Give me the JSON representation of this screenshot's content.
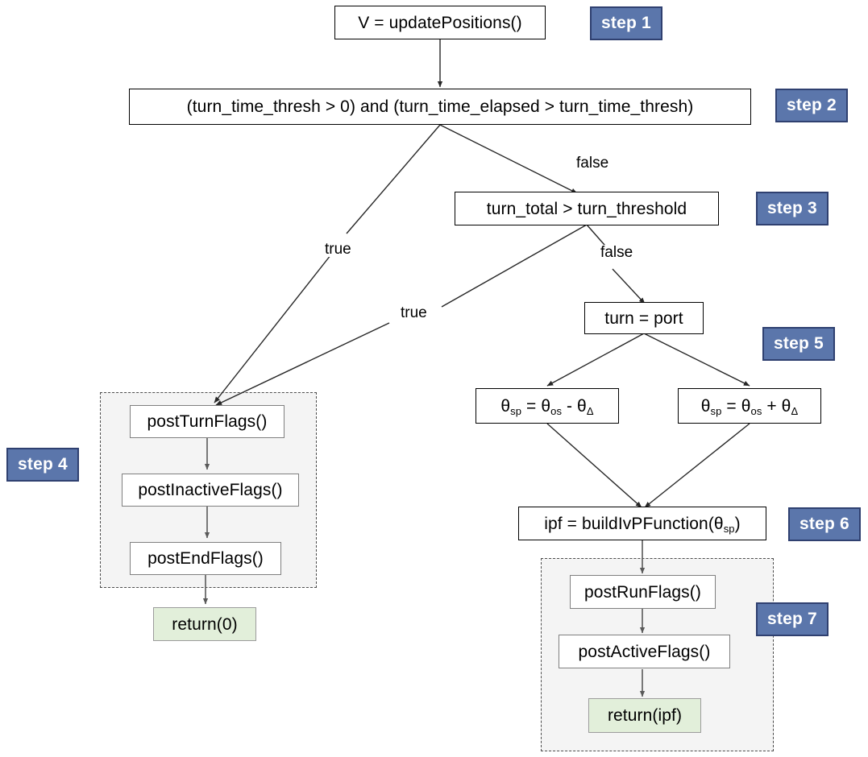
{
  "diagram": {
    "title": "Behavior flowchart",
    "colors": {
      "badge_fill": "#5b76ab",
      "badge_border": "#2f4070",
      "return_fill": "#e2efda",
      "group_fill": "#f4f4f4",
      "group_border": "#4d4d4d",
      "node_border": "#000000",
      "arrow": "#404040"
    }
  },
  "nodes": {
    "update_positions": "V = updatePositions()",
    "cond_turn_time": "(turn_time_thresh > 0) and (turn_time_elapsed > turn_time_thresh)",
    "cond_turn_total": "turn_total > turn_threshold",
    "turn_port": "turn = port",
    "theta_minus_pre": "θ",
    "theta_minus_sub1": "sp",
    "theta_minus_mid": " = θ",
    "theta_minus_sub2": "os",
    "theta_minus_op": " - θ",
    "theta_minus_sub3": "Δ",
    "theta_plus_pre": "θ",
    "theta_plus_sub1": "sp",
    "theta_plus_mid": " = θ",
    "theta_plus_sub2": "os",
    "theta_plus_op": " + θ",
    "theta_plus_sub3": "Δ",
    "ipf_pre": "ipf = buildIvPFunction(θ",
    "ipf_sub": "sp",
    "ipf_post": ")",
    "post_turn_flags": "postTurnFlags()",
    "post_inactive_flags": "postInactiveFlags()",
    "post_end_flags": "postEndFlags()",
    "return_zero": "return(0)",
    "post_run_flags": "postRunFlags()",
    "post_active_flags": "postActiveFlags()",
    "return_ipf": "return(ipf)"
  },
  "edge_labels": {
    "step2_false": "false",
    "step2_true": "true",
    "step3_false": "false",
    "step3_true": "true"
  },
  "badges": {
    "step1": "step 1",
    "step2": "step 2",
    "step3": "step 3",
    "step4": "step 4",
    "step5": "step 5",
    "step6": "step 6",
    "step7": "step 7"
  }
}
